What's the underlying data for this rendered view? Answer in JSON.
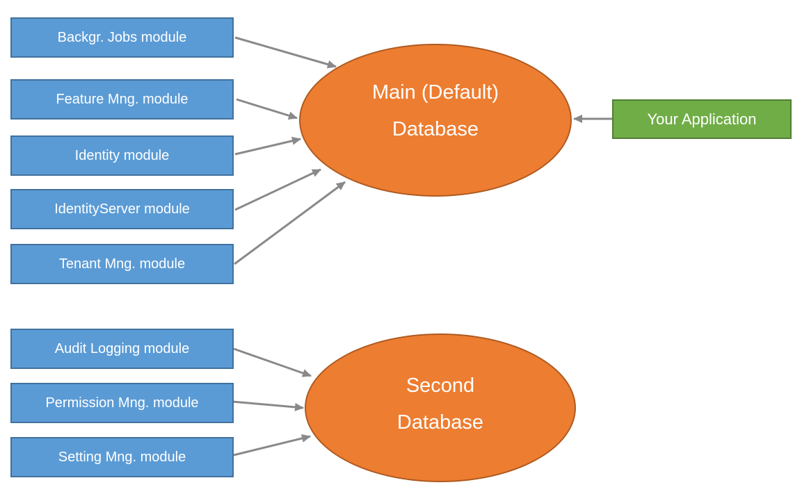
{
  "colors": {
    "module_fill": "#5B9BD5",
    "module_border": "#41719C",
    "database_fill": "#ED7D31",
    "database_border": "#AE5A21",
    "app_fill": "#70AD47",
    "app_border": "#507E32",
    "arrow": "#898989",
    "text": "#FFFFFF",
    "background": "#FFFFFF"
  },
  "main_modules": [
    {
      "label": "Backgr. Jobs module"
    },
    {
      "label": "Feature Mng. module"
    },
    {
      "label": "Identity module"
    },
    {
      "label": "IdentityServer module"
    },
    {
      "label": "Tenant Mng. module"
    }
  ],
  "second_modules": [
    {
      "label": "Audit Logging module"
    },
    {
      "label": "Permission Mng. module"
    },
    {
      "label": "Setting Mng. module"
    }
  ],
  "main_database": {
    "line1": "Main (Default)",
    "line2": "Database"
  },
  "second_database": {
    "line1": "Second",
    "line2": "Database"
  },
  "application": {
    "label": "Your Application"
  },
  "edges": [
    {
      "from": "Backgr. Jobs module",
      "to": "Main (Default) Database"
    },
    {
      "from": "Feature Mng. module",
      "to": "Main (Default) Database"
    },
    {
      "from": "Identity module",
      "to": "Main (Default) Database"
    },
    {
      "from": "IdentityServer module",
      "to": "Main (Default) Database"
    },
    {
      "from": "Tenant Mng. module",
      "to": "Main (Default) Database"
    },
    {
      "from": "Your Application",
      "to": "Main (Default) Database"
    },
    {
      "from": "Audit Logging module",
      "to": "Second Database"
    },
    {
      "from": "Permission Mng. module",
      "to": "Second Database"
    },
    {
      "from": "Setting Mng. module",
      "to": "Second Database"
    }
  ]
}
